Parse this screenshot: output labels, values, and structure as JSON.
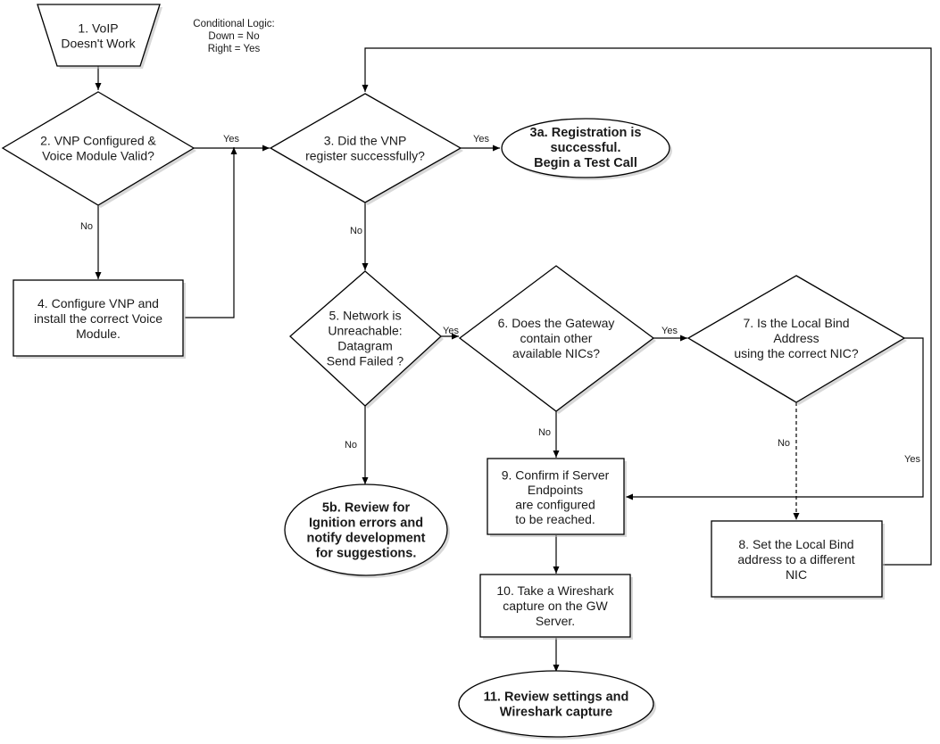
{
  "legend": {
    "lines": [
      "Conditional Logic:",
      "Down = No",
      "Right = Yes"
    ]
  },
  "nodes": {
    "n1": {
      "lines": [
        "1. VoIP",
        "Doesn't Work"
      ]
    },
    "n2": {
      "lines": [
        "2. VNP Configured &",
        "Voice Module Valid?"
      ]
    },
    "n3": {
      "lines": [
        "3. Did the VNP",
        "register successfully?"
      ]
    },
    "n3a": {
      "lines": [
        "3a. Registration is",
        "successful.",
        "Begin a Test Call"
      ]
    },
    "n4": {
      "lines": [
        "4. Configure VNP and",
        "install the correct Voice",
        "Module."
      ]
    },
    "n5": {
      "lines": [
        "5. Network is",
        "Unreachable:",
        "Datagram",
        "Send Failed ?"
      ]
    },
    "n5b": {
      "lines": [
        "5b. Review for",
        "Ignition errors and",
        "notify development",
        "for suggestions."
      ]
    },
    "n6": {
      "lines": [
        "6. Does the Gateway",
        "contain other",
        "available NICs?"
      ]
    },
    "n7": {
      "lines": [
        "7. Is the Local Bind",
        "Address",
        "using the correct NIC?"
      ]
    },
    "n8": {
      "lines": [
        "8. Set the Local Bind",
        "address to a different",
        "NIC"
      ]
    },
    "n9": {
      "lines": [
        "9. Confirm if Server",
        "Endpoints",
        "are configured",
        "to be reached."
      ]
    },
    "n10": {
      "lines": [
        "10. Take a Wireshark",
        "capture on the GW",
        "Server."
      ]
    },
    "n11": {
      "lines": [
        "11. Review settings and",
        "Wireshark capture"
      ]
    }
  },
  "edge_labels": {
    "e2_3": "Yes",
    "e2_4": "No",
    "e3_3a": "Yes",
    "e3_5": "No",
    "e5_6": "Yes",
    "e5_5b": "No",
    "e6_7": "Yes",
    "e6_9": "No",
    "e7_8": "No",
    "e7_9": "Yes"
  }
}
